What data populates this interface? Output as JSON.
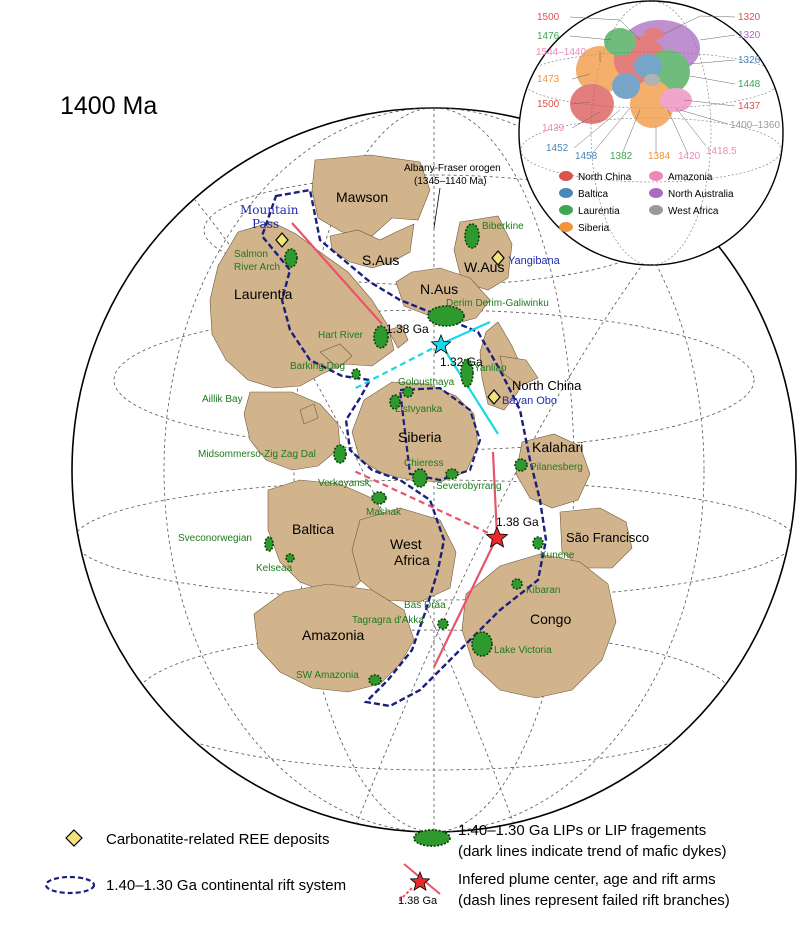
{
  "map_title": "1400 Ma",
  "orogen": {
    "name": "Albany-Fraser orogen",
    "age": "(1345–1140 Ma)"
  },
  "cratons": {
    "mawson": "Mawson",
    "saus": "S.Aus",
    "waus": "W.Aus",
    "naus": "N.Aus",
    "laurentia": "Laurentia",
    "north_china": "North China",
    "siberia": "Siberia",
    "kalahari": "Kalahari",
    "baltica": "Baltica",
    "west_africa_1": "West",
    "west_africa_2": "Africa",
    "sao_francisco": "São Francisco",
    "amazonia": "Amazonia",
    "congo": "Congo"
  },
  "lip_labels": {
    "biberkine": "Biberkine",
    "salmon_river_1": "Salmon",
    "salmon_river_2": "River Arch",
    "derim": "Derim Derim-Galiwinku",
    "hart_river": "Hart River",
    "barking_dog": "Barking Dog",
    "goloustnaya": "Goloustnaya",
    "aillik_bay": "Aillik Bay",
    "listvyanka": "Listvyanka",
    "yanliao": "Yanliao",
    "midsommerso": "Midsommerso-Zig Zag Dal",
    "chieress": "Chieress",
    "severobyrrang": "Severobyrrang",
    "pilanesberg": "Pilanesberg",
    "verkoyansk": "Verkoyansk",
    "mashak": "Mashak",
    "sveconorwegian": "Sveconorwegian",
    "kelseaa": "Kelseaa",
    "kunene": "Kunene",
    "kibaran": "Kibaran",
    "bas_draa": "Bas Drâa",
    "tagragra": "Tagragra d'Akka",
    "lake_victoria": "Lake Victoria",
    "sw_amazonia": "SW Amazonia"
  },
  "ree_labels": {
    "mountain_pass_1": "Mountain",
    "mountain_pass_2": "Pass",
    "yangibana": "Yangibana",
    "bayan_obo": "Bayan Obo"
  },
  "plume_ages": {
    "laurentia": "1.38 Ga",
    "north_china": "1.32 Ga",
    "africa": "1.38 Ga"
  },
  "inset": {
    "ages_left": [
      "1500",
      "1476",
      "1544–1440",
      "1473",
      "1500",
      "1439",
      "1452"
    ],
    "ages_bottom": [
      "1458",
      "1382",
      "1384",
      "1420",
      "1418.5"
    ],
    "ages_right": [
      "1320",
      "1320",
      "1326",
      "1448",
      "1437",
      "1400–1360"
    ],
    "legend": [
      {
        "label": "North China",
        "color": "#d9534f"
      },
      {
        "label": "Amazonia",
        "color": "#ee88bb"
      },
      {
        "label": "Baltica",
        "color": "#4a86b8"
      },
      {
        "label": "North Australia",
        "color": "#a96bbf"
      },
      {
        "label": "Laurentia",
        "color": "#3fa652"
      },
      {
        "label": "West Africa",
        "color": "#999999"
      },
      {
        "label": "Siberia",
        "color": "#f0953a"
      }
    ]
  },
  "legend": {
    "ree": "Carbonatite-related REE deposits",
    "lip_1": "1.40–1.30 Ga LIPs or LIP fragements",
    "lip_2": "(dark lines indicate trend of mafic dykes)",
    "rift": "1.40–1.30 Ga continental rift system",
    "plume_1": "Infered plume center, age and rift arms",
    "plume_2": "(dash lines represent failed rift branches)",
    "plume_age": "1.38 Ga"
  },
  "colors": {
    "continent": "#d2b48c",
    "lip": "#2e9a2e",
    "rift": "#1a1f7a",
    "plume_arm": "#e8546a",
    "ree_diamond": "#f5e27a",
    "cyan_arm": "#1ad6e8",
    "label_green": "#1e7a1e",
    "label_blue": "#1f2bb0"
  }
}
